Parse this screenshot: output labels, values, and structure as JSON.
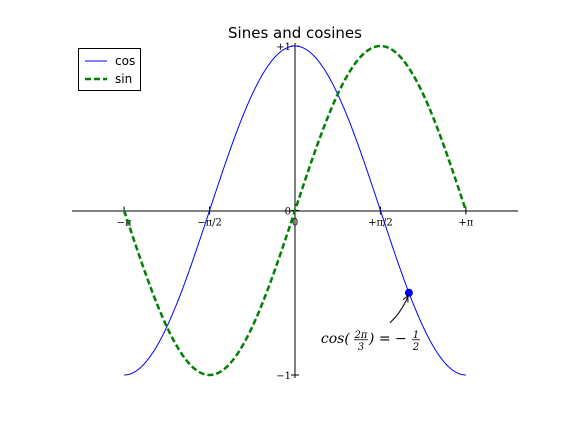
{
  "chart_data": {
    "type": "line",
    "title": "Sines and cosines",
    "xlim": [
      -4.1,
      4.1
    ],
    "ylim": [
      -1.0,
      1.0
    ],
    "grid": false,
    "legend_position": "top-left",
    "spines": "centered-at-origin",
    "series": [
      {
        "name": "cos",
        "function": "cos",
        "color": "#0000ff",
        "linestyle": "solid",
        "x": [
          -3.1416,
          -2.618,
          -2.0944,
          -1.5708,
          -1.0472,
          -0.5236,
          0,
          0.5236,
          1.0472,
          1.5708,
          2.0944,
          2.618,
          3.1416
        ],
        "y": [
          -1.0,
          -0.866,
          -0.5,
          0.0,
          0.5,
          0.866,
          1.0,
          0.866,
          0.5,
          0.0,
          -0.5,
          -0.866,
          -1.0
        ]
      },
      {
        "name": "sin",
        "function": "sin",
        "color": "#008000",
        "linestyle": "dashed",
        "x": [
          -3.1416,
          -2.618,
          -2.0944,
          -1.5708,
          -1.0472,
          -0.5236,
          0,
          0.5236,
          1.0472,
          1.5708,
          2.0944,
          2.618,
          3.1416
        ],
        "y": [
          0.0,
          -0.5,
          -0.866,
          -1.0,
          -0.866,
          -0.5,
          0.0,
          0.5,
          0.866,
          1.0,
          0.866,
          0.5,
          0.0
        ]
      }
    ],
    "xticks": [
      {
        "value": -3.1416,
        "label": "−π"
      },
      {
        "value": -1.5708,
        "label": "−π/2"
      },
      {
        "value": 0,
        "label": "0"
      },
      {
        "value": 1.5708,
        "label": "+π/2"
      },
      {
        "value": 3.1416,
        "label": "+π"
      }
    ],
    "yticks": [
      {
        "value": -1,
        "label": "−1"
      },
      {
        "value": 0,
        "label": "0"
      },
      {
        "value": 1,
        "label": "+1"
      }
    ],
    "annotation": {
      "x": 2.0944,
      "y": -0.5,
      "marker_color": "#0000ff",
      "text_main": "cos(",
      "text_num": "2π",
      "text_den": "3",
      "text_rest": ") = −",
      "text_half_num": "1",
      "text_half_den": "2"
    }
  }
}
